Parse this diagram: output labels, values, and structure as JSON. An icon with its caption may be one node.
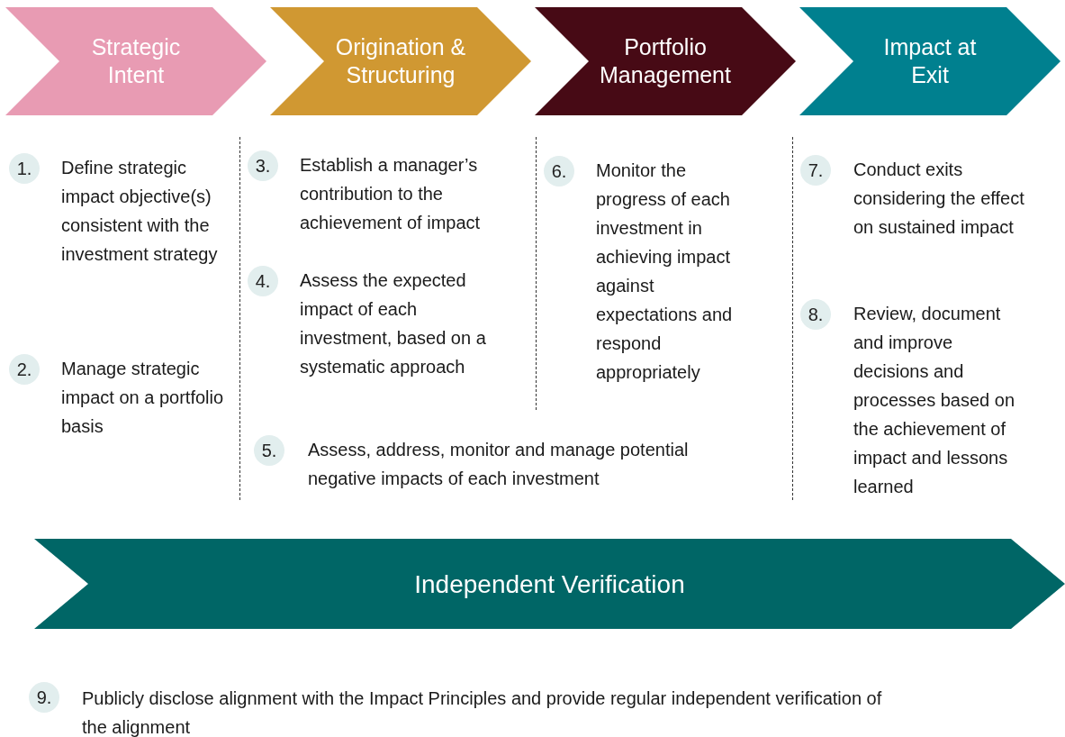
{
  "diagram": {
    "nodes": [
      {
        "text": [
          "Strategic Intent"
        ]
      },
      {
        "text": [
          "Origination & Structuring"
        ]
      },
      {
        "text": [
          "Portfolio Management"
        ]
      },
      {
        "text": [
          "Impact at Exit"
        ]
      },
      {
        "text": [
          "1."
        ],
        "beside": [
          "Define strategic impact objective(s) consistent with the investment strategy"
        ]
      },
      {
        "text": [
          "2."
        ],
        "beside": [
          "Manage strategic impact on a portfolio basis"
        ]
      },
      {
        "text": [
          "3."
        ],
        "beside": [
          "Establish a manager’s contribution to the achievement of impact"
        ]
      },
      {
        "text": [
          "4."
        ],
        "beside": [
          "Assess the expected impact of each investment, based on a systematic approach"
        ]
      },
      {
        "text": [
          "5."
        ],
        "beside": [
          "Assess, address, monitor and manage potential negative impacts of each investment"
        ]
      },
      {
        "text": [
          "6."
        ],
        "beside": [
          "Monitor the progress of each investment in achieving impact against expectations and respond appropriately"
        ]
      },
      {
        "text": [
          "7."
        ],
        "beside": [
          "Conduct exits considering the effect on sustained impact"
        ]
      },
      {
        "text": [
          "8."
        ],
        "beside": [
          "Review, document and improve decisions and processes based on the achievement of impact and lessons learned"
        ]
      },
      {
        "text": [
          "Independent Verification"
        ]
      },
      {
        "text": [
          "9."
        ],
        "beside": [
          "Publicly disclose alignment with the Impact Principles and provide regular independent verification of the alignment"
        ]
      }
    ]
  }
}
